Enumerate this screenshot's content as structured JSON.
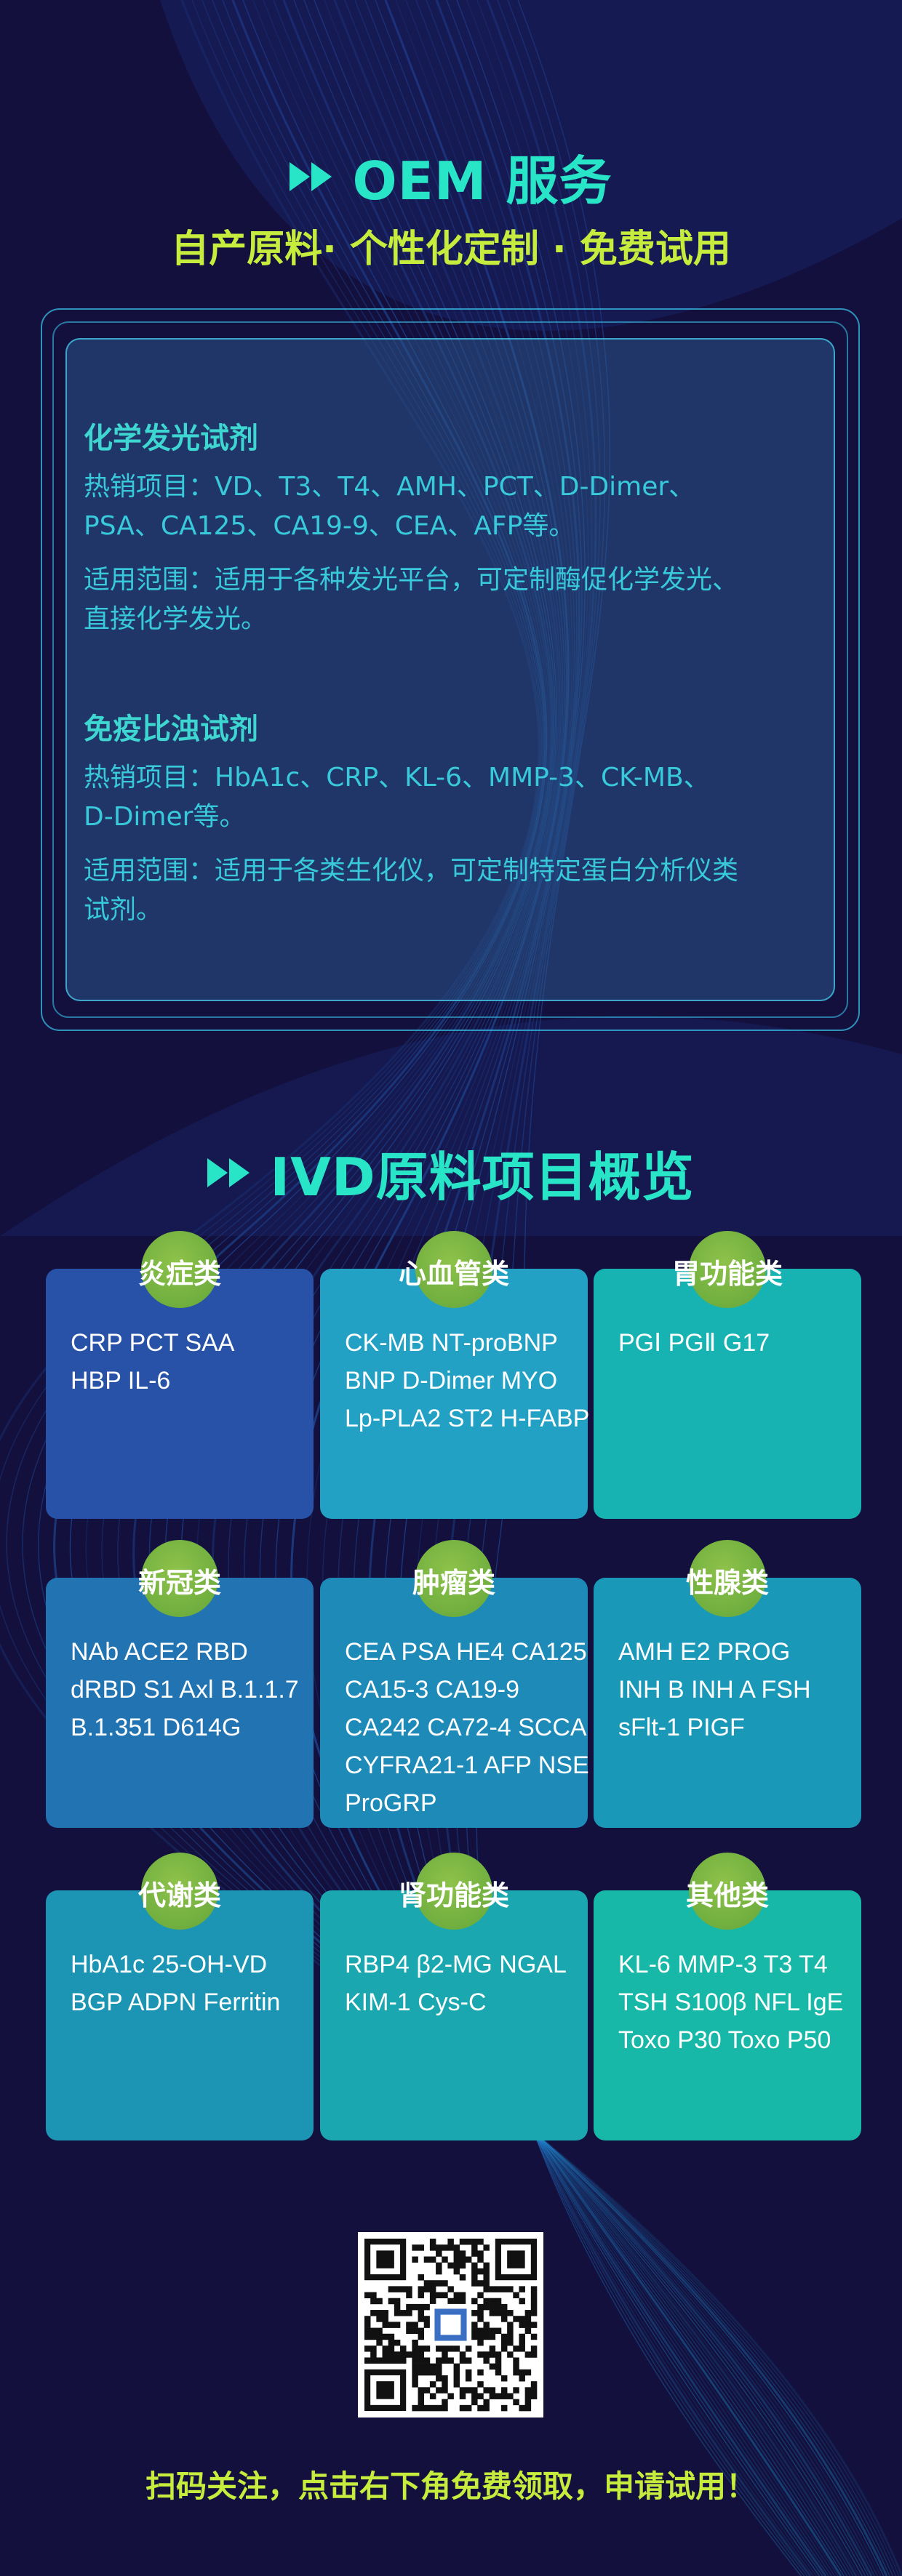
{
  "colors": {
    "background": "#13103e",
    "accent_teal": "#27e5c6",
    "accent_lime": "#c6ec3d",
    "panel_text": "#38c9da",
    "badge_green": "#7ab544"
  },
  "oem": {
    "arrow_icon": "double-chevron-right-icon",
    "title": "OEM 服务",
    "subtitle": "自产原料· 个性化定制 · 免费试用",
    "sections": [
      {
        "title": "化学发光试剂",
        "hot_lines": [
          "热销项目：VD、T3、T4、AMH、PCT、D-Dimer、",
          "PSA、CA125、CA19-9、CEA、AFP等。"
        ],
        "scope_lines": [
          "适用范围：适用于各种发光平台，可定制酶促化学发光、",
          "直接化学发光。"
        ]
      },
      {
        "title": "免疫比浊试剂",
        "hot_lines": [
          "热销项目：HbA1c、CRP、KL-6、MMP-3、CK-MB、",
          "D-Dimer等。"
        ],
        "scope_lines": [
          "适用范围：适用于各类生化仪，可定制特定蛋白分析仪类",
          "试剂。"
        ]
      }
    ]
  },
  "ivd": {
    "arrow_icon": "double-chevron-right-icon",
    "title": "IVD原料项目概览",
    "cards": [
      {
        "label": "炎症类",
        "lines": [
          "CRP PCT SAA",
          "HBP IL-6"
        ]
      },
      {
        "label": "心血管类",
        "lines": [
          "CK-MB NT-proBNP",
          "BNP D-Dimer MYO",
          "Lp-PLA2 ST2 H-FABP"
        ]
      },
      {
        "label": "胃功能类",
        "lines": [
          "PGⅠ PGⅡ G17"
        ]
      },
      {
        "label": "新冠类",
        "lines": [
          "NAb ACE2 RBD",
          "dRBD S1 Axl B.1.1.7",
          "B.1.351 D614G"
        ]
      },
      {
        "label": "肿瘤类",
        "lines": [
          "CEA PSA HE4 CA125",
          "CA15-3 CA19-9",
          "CA242 CA72-4 SCCA",
          "CYFRA21-1 AFP NSE",
          "ProGRP"
        ]
      },
      {
        "label": "性腺类",
        "lines": [
          "AMH E2 PROG",
          "INH B INH A FSH",
          "sFlt-1 PIGF"
        ]
      },
      {
        "label": "代谢类",
        "lines": [
          "HbA1c 25-OH-VD",
          "BGP ADPN Ferritin"
        ]
      },
      {
        "label": "肾功能类",
        "lines": [
          "RBP4 β2-MG NGAL",
          "KIM-1 Cys-C"
        ]
      },
      {
        "label": "其他类",
        "lines": [
          "KL-6 MMP-3 T3 T4",
          "TSH S100β NFL IgE",
          "Toxo P30 Toxo P50"
        ]
      }
    ]
  },
  "qr": {
    "icon": "qr-code-icon"
  },
  "footer": {
    "text": "扫码关注，点击右下角免费领取，申请试用！"
  }
}
